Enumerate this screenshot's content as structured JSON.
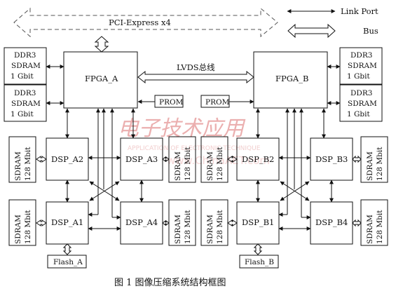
{
  "legend": {
    "link_port": "Link Port",
    "bus": "Bus"
  },
  "top_bus": {
    "label": "PCI-Express x4"
  },
  "fpga_a": {
    "label": "FPGA_A"
  },
  "fpga_b": {
    "label": "FPGA_B"
  },
  "lvds": {
    "label": "LVDS总线"
  },
  "prom": {
    "label": "PROM"
  },
  "ddr": {
    "line1": "DDR3",
    "line2": "SDRAM",
    "line3": "1 Gbit"
  },
  "dsp": {
    "a1": "DSP_A1",
    "a2": "DSP_A2",
    "a3": "DSP_A3",
    "a4": "DSP_A4",
    "b1": "DSP_B1",
    "b2": "DSP_B2",
    "b3": "DSP_B3",
    "b4": "DSP_B4"
  },
  "sdram": {
    "line1": "SDRAM",
    "line2": "128 Mbit"
  },
  "flash": {
    "a": "Flash_A",
    "b": "Flash_B"
  },
  "caption": "图 1   图像压缩系统结构框图",
  "watermark": {
    "cn": "电子技术应用",
    "en": "APPLICATION OF ELECTRONIC TECHNIQUE",
    "url": "www.ChinaAET.com"
  }
}
